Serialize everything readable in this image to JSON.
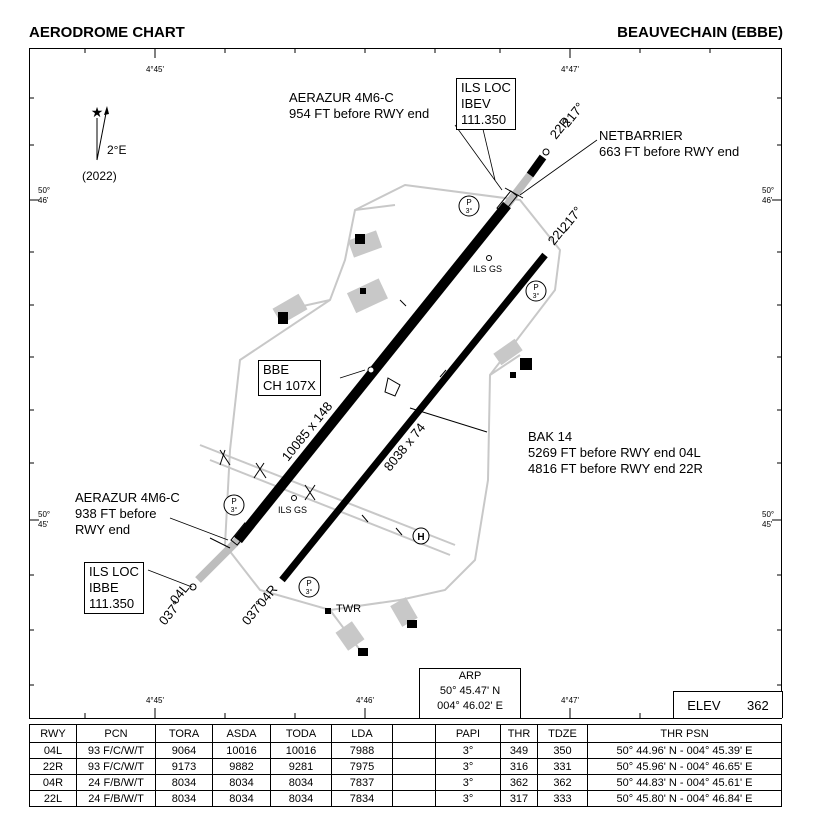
{
  "header": {
    "title": "AERODROME CHART",
    "airport": "BEAUVECHAIN (EBBE)"
  },
  "grid": {
    "top_lon": [
      "4°45'",
      "4°47'"
    ],
    "bottom_lon": [
      "4°45'",
      "4°46'",
      "4°47'"
    ],
    "lat_north": [
      "50°",
      "46'"
    ],
    "lat_south": [
      "50°",
      "45'"
    ]
  },
  "magvar": {
    "value": "2°E",
    "year": "(2022)"
  },
  "callouts": {
    "aerazur_north": [
      "AERAZUR 4M6-C",
      "954 FT before RWY end"
    ],
    "ils_loc_north": [
      "ILS LOC",
      "IBEV",
      "111.350"
    ],
    "netbarrier": [
      "NETBARRIER",
      "663 FT before RWY end"
    ],
    "bbe": [
      "BBE",
      "CH 107X"
    ],
    "bak14": [
      "BAK 14",
      "5269 FT before RWY end 04L",
      "4816 FT before RWY end 22R"
    ],
    "aerazur_south": [
      "AERAZUR 4M6-C",
      "938 FT before",
      "RWY end"
    ],
    "ils_loc_south": [
      "ILS LOC",
      "IBBE",
      "111.350"
    ]
  },
  "map_labels": {
    "rwy_22r": "22R",
    "rwy_22r_hdg": "217°",
    "rwy_22l": "22L",
    "rwy_22l_hdg": "217°",
    "rwy_04l": "04L",
    "rwy_04l_hdg": "037°",
    "rwy_04r": "04R",
    "rwy_04r_hdg": "037°",
    "dim_main": "10085 x 148",
    "dim_second": "8038 x 74",
    "ils_gs_north": "ILS GS",
    "ils_gs_south": "ILS GS",
    "twr": "TWR",
    "papi_p": "P",
    "papi_deg": "3°",
    "heli": "H"
  },
  "arp": {
    "label": "ARP",
    "lat": "50° 45.47' N",
    "lon": "004° 46.02' E"
  },
  "elev": {
    "label": "ELEV",
    "value": "362"
  },
  "table": {
    "headers": [
      "RWY",
      "PCN",
      "TORA",
      "ASDA",
      "TODA",
      "LDA",
      "",
      "PAPI",
      "THR",
      "TDZE",
      "THR PSN"
    ],
    "rows": [
      [
        "04L",
        "93 F/C/W/T",
        "9064",
        "10016",
        "10016",
        "7988",
        "",
        "3°",
        "349",
        "350",
        "50° 44.96' N  -  004° 45.39' E"
      ],
      [
        "22R",
        "93 F/C/W/T",
        "9173",
        "9882",
        "9281",
        "7975",
        "",
        "3°",
        "316",
        "331",
        "50° 45.96' N  -  004° 46.65' E"
      ],
      [
        "04R",
        "24 F/B/W/T",
        "8034",
        "8034",
        "8034",
        "7837",
        "",
        "3°",
        "362",
        "362",
        "50° 44.83' N  -  004° 45.61' E"
      ],
      [
        "22L",
        "24 F/B/W/T",
        "8034",
        "8034",
        "8034",
        "7834",
        "",
        "3°",
        "317",
        "333",
        "50° 45.80' N  -  004° 46.84' E"
      ]
    ]
  }
}
